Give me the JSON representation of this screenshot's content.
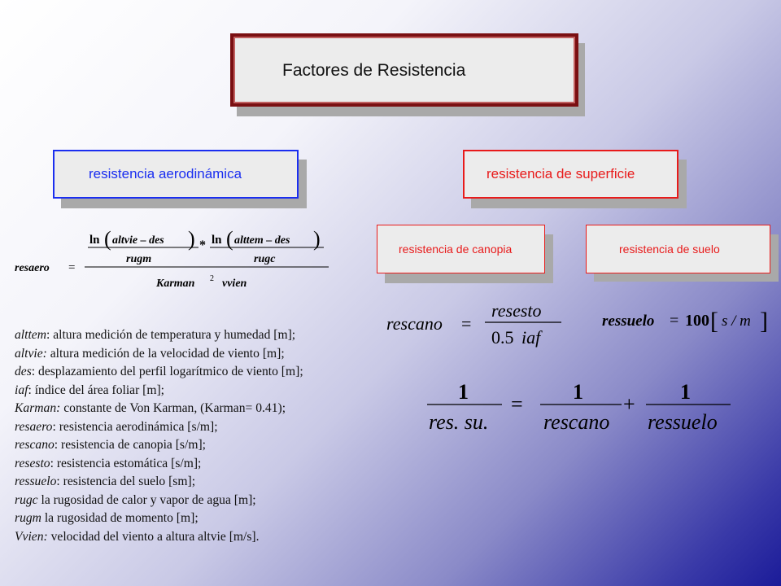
{
  "title": "Factores de Resistencia",
  "headers": {
    "aerodinamica": "resistencia aerodinámica",
    "superficie": "resistencia de superficie",
    "canopia": "resistencia de canopia",
    "suelo": "resistencia de suelo"
  },
  "colors": {
    "blue": "#1a2ef0",
    "red": "#e81b1b",
    "dark_red": "#7a0f12"
  },
  "equations": {
    "resaero": {
      "lhs": "resaero",
      "ln": "ln",
      "arg1": "altvie – des",
      "den1": "rugm",
      "star": "*",
      "arg2": "alttem – des",
      "den2": "rugc",
      "karman": "Karman",
      "exp": "2",
      "vvien": "vvien"
    },
    "rescano": {
      "lhs": "rescano",
      "num": "resesto",
      "den_num": "0.5",
      "den_var": "iaf"
    },
    "ressuelo": {
      "lhs": "ressuelo",
      "value": "100",
      "unit": "s / m"
    },
    "total": {
      "one": "1",
      "lhs_den": "res. su.",
      "den1": "rescano",
      "den2": "ressuelo"
    }
  },
  "definitions": [
    {
      "term": "alttem",
      "text": ": altura medición de temperatura y humedad [m];"
    },
    {
      "term": "altvie:",
      "text": " altura medición de la velocidad de viento [m];"
    },
    {
      "term": "des",
      "text": ": desplazamiento del perfil logarítmico de viento [m];"
    },
    {
      "term": "iaf",
      "text": ": índice del área foliar [m];"
    },
    {
      "term": "Karman:",
      "text": " constante de Von Karman, (Karman= 0.41);"
    },
    {
      "term": "resaero",
      "text": ": resistencia aerodinámica [s/m];"
    },
    {
      "term": "rescano",
      "text": ": resistencia de canopia [s/m];"
    },
    {
      "term": "resesto",
      "text": ": resistencia estomática [s/m];"
    },
    {
      "term": "ressuelo",
      "text": ": resistencia del suelo [sm];"
    },
    {
      "term": "rugc",
      "text": " la rugosidad de calor y vapor de agua [m];"
    },
    {
      "term": "rugm",
      "text": " la rugosidad de momento [m];"
    },
    {
      "term": "Vvien:",
      "text": " velocidad del viento a altura altvie [m/s]."
    }
  ]
}
